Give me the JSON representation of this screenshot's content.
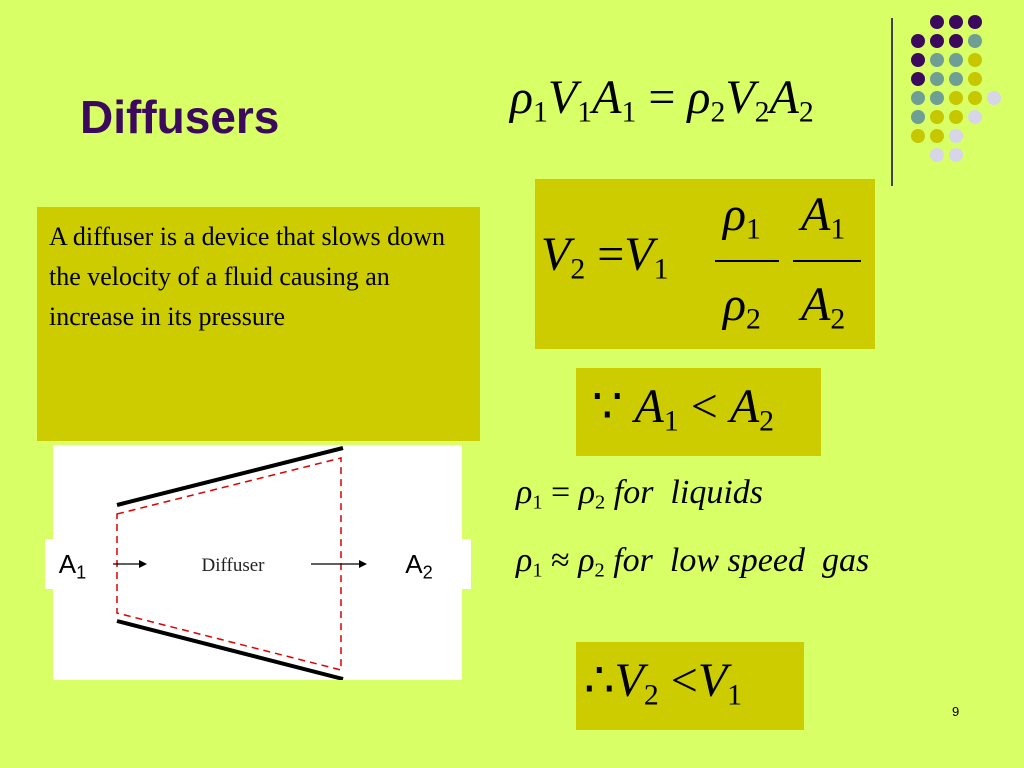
{
  "title": "Diffusers",
  "page_number": "9",
  "description": "A diffuser is a device that slows down the velocity of a fluid causing an increase in its pressure",
  "continuity": {
    "rho": "ρ",
    "V": "V",
    "A": "A",
    "eq": "=",
    "s1": "1",
    "s2": "2"
  },
  "velocity_formula": {
    "lhs_var": "V",
    "lhs_sub": "2",
    "eq": "=",
    "rhs_var": "V",
    "rhs_sub": "1",
    "frac1_num": "ρ",
    "frac1_num_sub": "1",
    "frac1_den": "ρ",
    "frac1_den_sub": "2",
    "frac2_num": "A",
    "frac2_num_sub": "1",
    "frac2_den": "A",
    "frac2_den_sub": "2"
  },
  "area_condition": {
    "because": "∵",
    "left": "A",
    "left_sub": "1",
    "op": "<",
    "right": "A",
    "right_sub": "2"
  },
  "density_liquids": {
    "rho": "ρ",
    "s1": "1",
    "op": "=",
    "s2": "2",
    "text": "for  liquids"
  },
  "density_gas": {
    "rho": "ρ",
    "s1": "1",
    "op": "≈",
    "s2": "2",
    "text": "for  low speed  gas"
  },
  "conclusion": {
    "therefore": "∴",
    "left": "V",
    "left_sub": "2",
    "op": "<",
    "right": "V",
    "right_sub": "1"
  },
  "diagram": {
    "center_label": "Diffuser",
    "inlet": "A",
    "inlet_sub": "1",
    "outlet": "A",
    "outlet_sub": "2",
    "wall_color": "#000000",
    "boundary_color": "#dd0000"
  },
  "decor": {
    "dot_colors": [
      "#3b0a5c",
      "#6f9e94",
      "#c7c700",
      "#d6d6e8"
    ]
  }
}
